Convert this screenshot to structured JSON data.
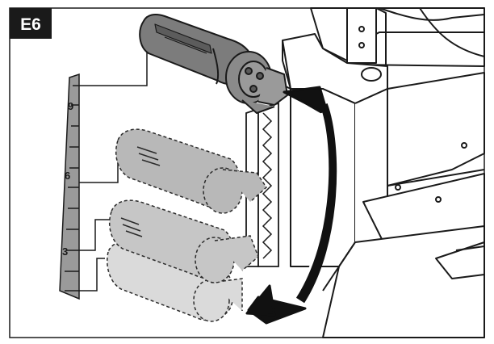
{
  "figure": {
    "step_badge": "E6",
    "scale": {
      "tick_labels": [
        "9",
        "6",
        "3"
      ]
    },
    "colors": {
      "badge_bg": "#1a1a1a",
      "badge_text": "#ffffff",
      "line": "#1a1a1a",
      "scale_fill": "#9a9a9a",
      "handle_active": "#7c7c7c",
      "handle_ghost_1": "#b8b8b8",
      "handle_ghost_2": "#c6c6c6",
      "handle_ghost_3": "#dadada",
      "arrow": "#111111"
    }
  }
}
